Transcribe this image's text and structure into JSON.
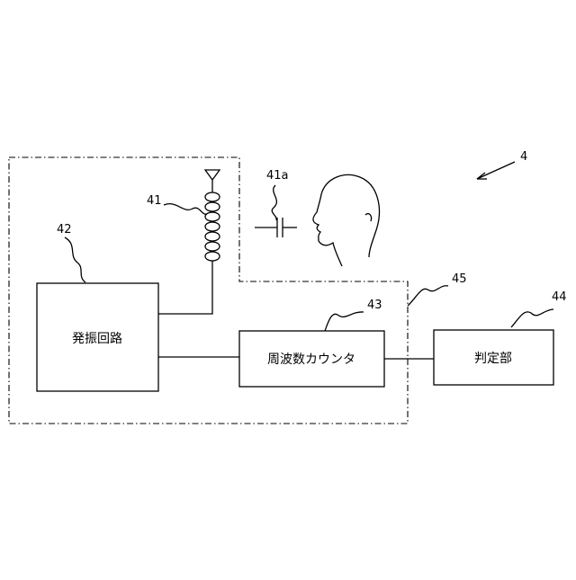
{
  "diagram": {
    "ref_system": "4",
    "ref_coil": "41",
    "ref_capacitance": "41a",
    "ref_oscillator": "42",
    "ref_counter": "43",
    "ref_judge": "44",
    "ref_enclosure": "45",
    "oscillator_label": "発振回路",
    "counter_label": "周波数カウンタ",
    "judge_label": "判定部"
  }
}
